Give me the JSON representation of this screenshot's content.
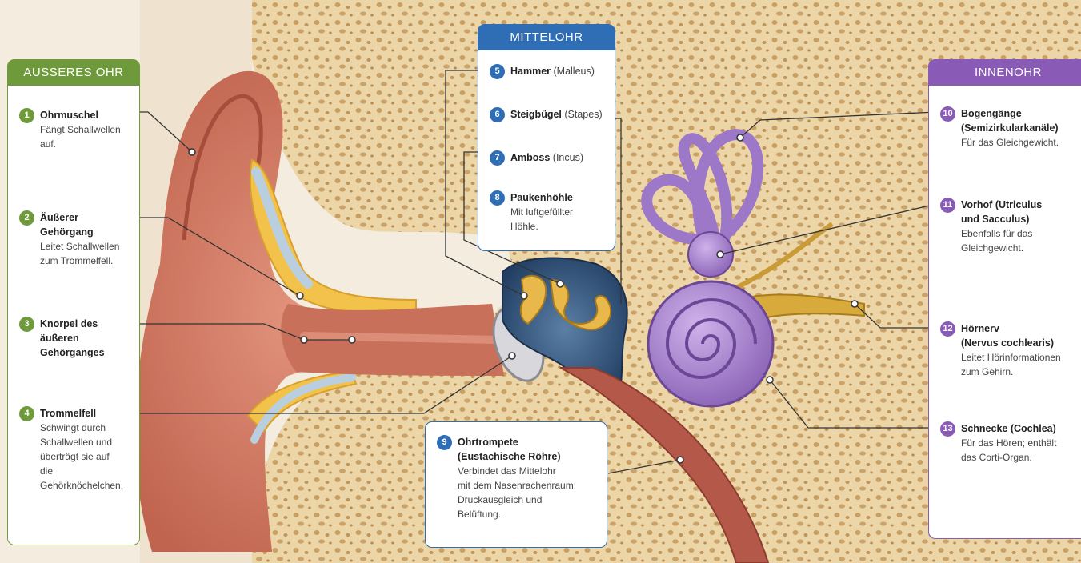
{
  "panels": {
    "outer": "AUSSERES OHR",
    "middle": "MITTELOHR",
    "inner": "INNENOHR"
  },
  "items": [
    {
      "n": "1",
      "title": "Ohrmuschel",
      "desc": "Fängt Schallwellen\nauf."
    },
    {
      "n": "2",
      "title": "Äußerer Gehörgang",
      "desc": "Leitet Schallwellen\nzum Trommelfell."
    },
    {
      "n": "3",
      "title": "Knorpel des äußeren\nGehörganges",
      "desc": ""
    },
    {
      "n": "4",
      "title": "Trommelfell",
      "desc": "Schwingt durch\nSchallwellen und\nüberträgt sie auf\ndie Gehörknöchelchen."
    },
    {
      "n": "5",
      "title": "Hammer",
      "sub": " (Malleus)"
    },
    {
      "n": "6",
      "title": "Steigbügel",
      "sub": " (Stapes)"
    },
    {
      "n": "7",
      "title": "Amboss",
      "sub": " (Incus)"
    },
    {
      "n": "8",
      "title": "Paukenhöhle",
      "desc": "Mit luftgefüllter\nHöhle."
    },
    {
      "n": "9",
      "title": "Ohrtrompete\n(Eustachische Röhre)",
      "desc": "Verbindet das Mittelohr\nmit dem Nasenrachenraum;\nDruckausgleich und\nBelüftung."
    },
    {
      "n": "10",
      "title": "Bogengänge\n(Semizirkularkanäle)",
      "desc": "Für das Gleichgewicht."
    },
    {
      "n": "11",
      "title": "Vorhof (Utriculus\nund Sacculus)",
      "desc": "Ebenfalls für das\nGleichgewicht."
    },
    {
      "n": "12",
      "title": "Hörnerv\n(Nervus cochlearis)",
      "desc": "Leitet Hörinformationen\nzum Gehirn."
    },
    {
      "n": "13",
      "title": "Schnecke (Cochlea)",
      "desc": "Für das Hören; enthält\ndas Corti-Organ."
    }
  ],
  "colors": {
    "outer": "#6f9a3c",
    "middle": "#2f6db5",
    "inner": "#8a5bb6"
  }
}
